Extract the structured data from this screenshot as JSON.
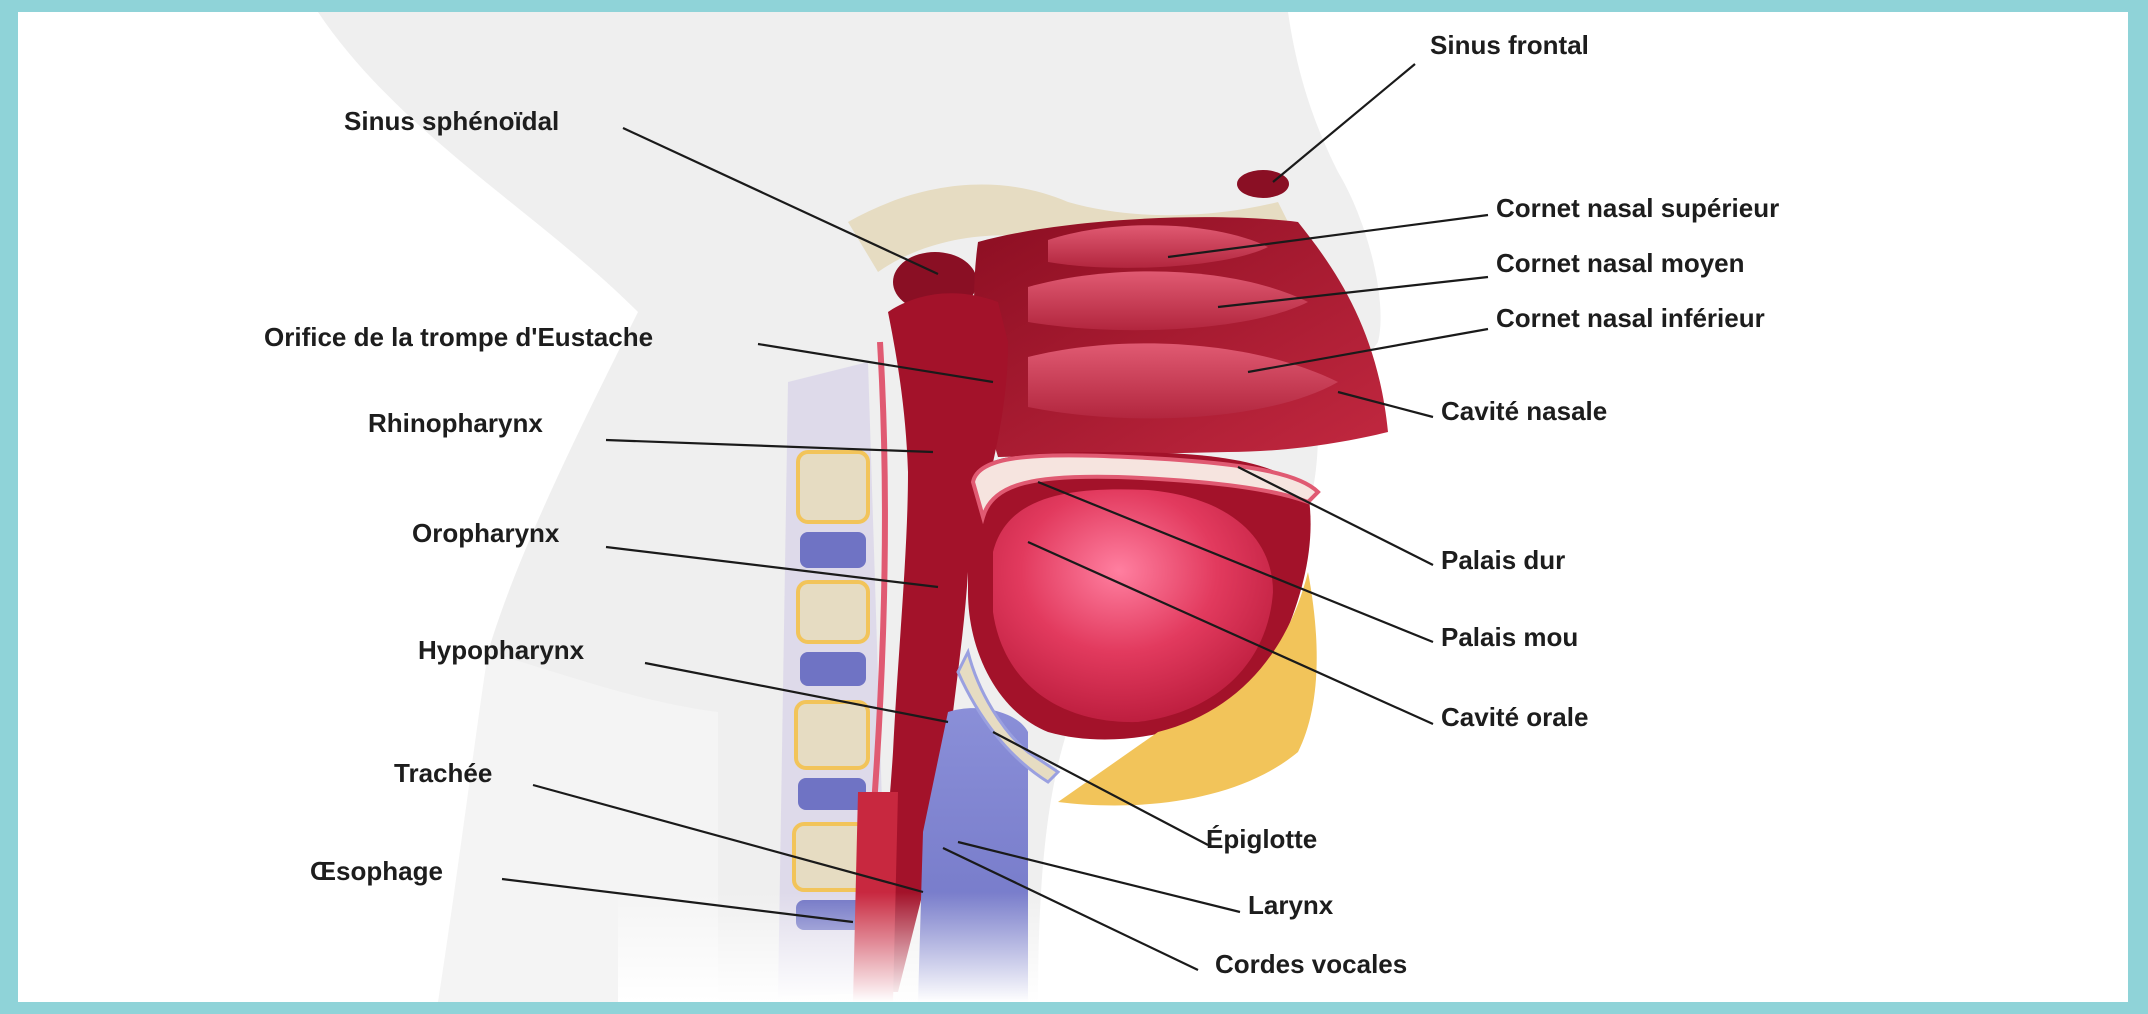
{
  "labels": {
    "sinus_frontal": "Sinus frontal",
    "sinus_sphenoidal": "Sinus sphénoïdal",
    "cornet_superieur": "Cornet nasal supérieur",
    "cornet_moyen": "Cornet nasal moyen",
    "cornet_inferieur": "Cornet nasal inférieur",
    "orifice_trompe": "Orifice de la trompe d'Eustache",
    "cavite_nasale": "Cavité nasale",
    "rhinopharynx": "Rhinopharynx",
    "oropharynx": "Oropharynx",
    "palais_dur": "Palais dur",
    "palais_mou": "Palais mou",
    "hypopharynx": "Hypopharynx",
    "cavite_orale": "Cavité orale",
    "trachee": "Trachée",
    "epiglotte": "Épiglotte",
    "oesophage": "Œsophage",
    "larynx": "Larynx",
    "cordes_vocales": "Cordes vocales"
  },
  "colors": {
    "border": "#8fd3d8",
    "mucosa": "#c8283f",
    "cavity": "#a3122a",
    "tongue": "#e23a5e",
    "bone": "#e6dcc2",
    "fat": "#f2c45a",
    "cartilage": "#7e7fd0",
    "skin": "#f1f1f1"
  }
}
